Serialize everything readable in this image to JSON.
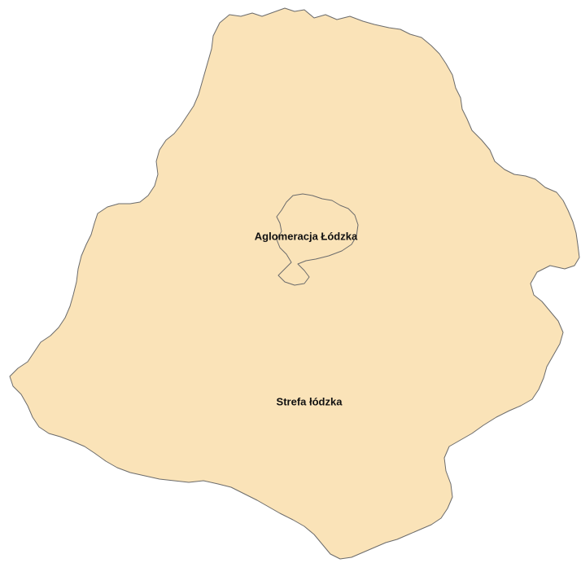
{
  "map": {
    "colors": {
      "region_fill": "#fae3b8",
      "outline": "#6b6b6b",
      "background": "#ffffff"
    },
    "regions": [
      {
        "id": "strefa-lodzka",
        "label": "Strefa łódzka"
      },
      {
        "id": "aglomeracja-lodzka",
        "label": "Aglomeracja Łódzka"
      }
    ]
  }
}
